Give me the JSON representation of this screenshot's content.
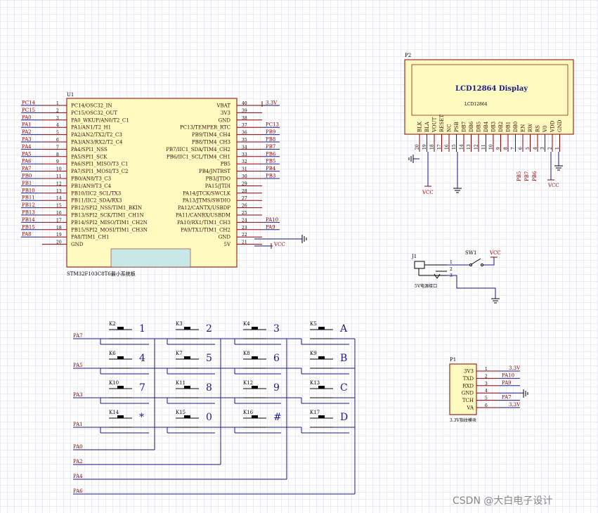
{
  "u1": {
    "designator": "U1",
    "caption": "STM32F103C8T6最小系统板",
    "left_pins": [
      {
        "num": "1",
        "name": "PC14/OSC32_IN",
        "net": "PC14"
      },
      {
        "num": "2",
        "name": "PC15/OSC32_OUT",
        "net": "PC15"
      },
      {
        "num": "3",
        "name": "PA0_WKUP/AN0/T2_C1",
        "net": "PA0"
      },
      {
        "num": "4",
        "name": "PA1/AN1/T2_H1",
        "net": "PA1"
      },
      {
        "num": "5",
        "name": "PA2/AN2/TX2/T2_C3",
        "net": "PA2"
      },
      {
        "num": "6",
        "name": "PA3/AN3/RX2/T2_C4",
        "net": "PA3"
      },
      {
        "num": "7",
        "name": "PA4/SPI1_NSS",
        "net": "PA4"
      },
      {
        "num": "8",
        "name": "PA5/SPI1_SCK",
        "net": "PA5"
      },
      {
        "num": "9",
        "name": "PA6/SPI1_MISO/T3_C1",
        "net": "PA6"
      },
      {
        "num": "10",
        "name": "PA7/SPI1_MOSI/T3_C2",
        "net": "PA7"
      },
      {
        "num": "11",
        "name": "PB0/AN8/T3_C3",
        "net": "PB0"
      },
      {
        "num": "12",
        "name": "PB1/AN9/T3_C4",
        "net": "PB1"
      },
      {
        "num": "13",
        "name": "PB10/IIC2_SCL/TX3",
        "net": "PB10"
      },
      {
        "num": "14",
        "name": "PB11/IIC2_SDA/RX3",
        "net": "PB11"
      },
      {
        "num": "15",
        "name": "PB12/SPI2_NSS/TIM1_BKIN",
        "net": "PB12"
      },
      {
        "num": "16",
        "name": "PB13/SPI2_SCK/TIM1_CH1N",
        "net": "PB13"
      },
      {
        "num": "17",
        "name": "PB14/SPI2_MISO/TIM1_CH2N",
        "net": "PB14"
      },
      {
        "num": "18",
        "name": "PB15/SPI2_MOSI/TIM1_CH3N",
        "net": "PB15"
      },
      {
        "num": "19",
        "name": "PA8/TIM1_CH1",
        "net": "PA8"
      },
      {
        "num": "20",
        "name": "GND",
        "net": ""
      }
    ],
    "right_pins": [
      {
        "num": "40",
        "name": "VBAT",
        "net": "3.3V"
      },
      {
        "num": "39",
        "name": "3V3",
        "net": ""
      },
      {
        "num": "38",
        "name": "GND",
        "net": ""
      },
      {
        "num": "37",
        "name": "PC13/TEMPER_RTC",
        "net": "PC13"
      },
      {
        "num": "36",
        "name": "PB9/TIM4_CH4",
        "net": "PB9"
      },
      {
        "num": "35",
        "name": "PB8/TIM4_CH3",
        "net": "PB8"
      },
      {
        "num": "34",
        "name": "PB7/IIC1_SDA/TIM4_CH2",
        "net": "PB7"
      },
      {
        "num": "33",
        "name": "PB6/IIC1_SCL/TIM4_CH1",
        "net": "PB6"
      },
      {
        "num": "32",
        "name": "PB5",
        "net": "PB5"
      },
      {
        "num": "31",
        "name": "PB4/JNTRST",
        "net": "PB4"
      },
      {
        "num": "30",
        "name": "PB3/JTDO",
        "net": "PB3"
      },
      {
        "num": "29",
        "name": "PA15/JTDI",
        "net": ""
      },
      {
        "num": "28",
        "name": "PA14/JTCK/SWCLK",
        "net": ""
      },
      {
        "num": "27",
        "name": "PA13/JTMS/SWDIO",
        "net": ""
      },
      {
        "num": "26",
        "name": "PA12/CANTX/USBDP",
        "net": ""
      },
      {
        "num": "25",
        "name": "PA11/CANRX/USBDM",
        "net": ""
      },
      {
        "num": "24",
        "name": "PA10/RX1/TIM1_CH3",
        "net": "PA10"
      },
      {
        "num": "23",
        "name": "PA9/TX1/TIM1_CH2",
        "net": "PA9"
      },
      {
        "num": "22",
        "name": "GND",
        "net": ""
      },
      {
        "num": "21",
        "name": "5V",
        "net": "VCC"
      }
    ]
  },
  "p2": {
    "designator": "P2",
    "title": "LCD12864 Display",
    "subtitle": "LCD12864",
    "pins": [
      {
        "num": "20",
        "name": "BLK"
      },
      {
        "num": "19",
        "name": "BLA"
      },
      {
        "num": "18",
        "name": "VOUT"
      },
      {
        "num": "17",
        "name": "RESET"
      },
      {
        "num": "16",
        "name": "NC"
      },
      {
        "num": "15",
        "name": "PSB"
      },
      {
        "num": "14",
        "name": "DB7"
      },
      {
        "num": "13",
        "name": "DB6"
      },
      {
        "num": "12",
        "name": "DB5"
      },
      {
        "num": "11",
        "name": "DB4"
      },
      {
        "num": "10",
        "name": "DB3"
      },
      {
        "num": "9",
        "name": "DB2"
      },
      {
        "num": "8",
        "name": "DB1"
      },
      {
        "num": "7",
        "name": "DB0"
      },
      {
        "num": "6",
        "name": "EN"
      },
      {
        "num": "5",
        "name": "RW"
      },
      {
        "num": "4",
        "name": "RS"
      },
      {
        "num": "3",
        "name": "V0"
      },
      {
        "num": "2",
        "name": "VDD"
      },
      {
        "num": "1",
        "name": "GND"
      }
    ],
    "nets": {
      "pb5": "PB5",
      "pb7": "PB7",
      "pb6": "PB6",
      "vcc1": "VCC",
      "vcc2": "VCC"
    }
  },
  "power": {
    "j1": "J1",
    "sw1": "SW1",
    "vcc": "VCC",
    "pin1": "1",
    "pin2": "2",
    "pin3": "3",
    "caption": "5V电源接口"
  },
  "keypad": {
    "keys": [
      {
        "id": "K2",
        "label": "1"
      },
      {
        "id": "K3",
        "label": "2"
      },
      {
        "id": "K4",
        "label": "3"
      },
      {
        "id": "K5",
        "label": "A"
      },
      {
        "id": "K6",
        "label": "4"
      },
      {
        "id": "K7",
        "label": "5"
      },
      {
        "id": "K8",
        "label": "6"
      },
      {
        "id": "K9",
        "label": "B"
      },
      {
        "id": "K10",
        "label": "7"
      },
      {
        "id": "K11",
        "label": "8"
      },
      {
        "id": "K12",
        "label": "9"
      },
      {
        "id": "K13",
        "label": "C"
      },
      {
        "id": "K14",
        "label": "*"
      },
      {
        "id": "K15",
        "label": "0"
      },
      {
        "id": "K16",
        "label": "#"
      },
      {
        "id": "K17",
        "label": "D"
      }
    ],
    "row_nets": [
      "PA7",
      "PA5",
      "PA3",
      "PA1"
    ],
    "col_nets": [
      "PA0",
      "PA2",
      "PA4",
      "PA6"
    ]
  },
  "p1": {
    "designator": "P1",
    "caption": "3.3V指纹模块",
    "pins": [
      {
        "num": "1",
        "name": "3V3",
        "net": "3.3V"
      },
      {
        "num": "2",
        "name": "TXD",
        "net": "PA10"
      },
      {
        "num": "3",
        "name": "RXD",
        "net": "PA9"
      },
      {
        "num": "4",
        "name": "GND",
        "net": ""
      },
      {
        "num": "5",
        "name": "TCH",
        "net": "PA7"
      },
      {
        "num": "6",
        "name": "VA",
        "net": "3.3V"
      }
    ]
  },
  "watermark": "CSDN @大白电子设计"
}
